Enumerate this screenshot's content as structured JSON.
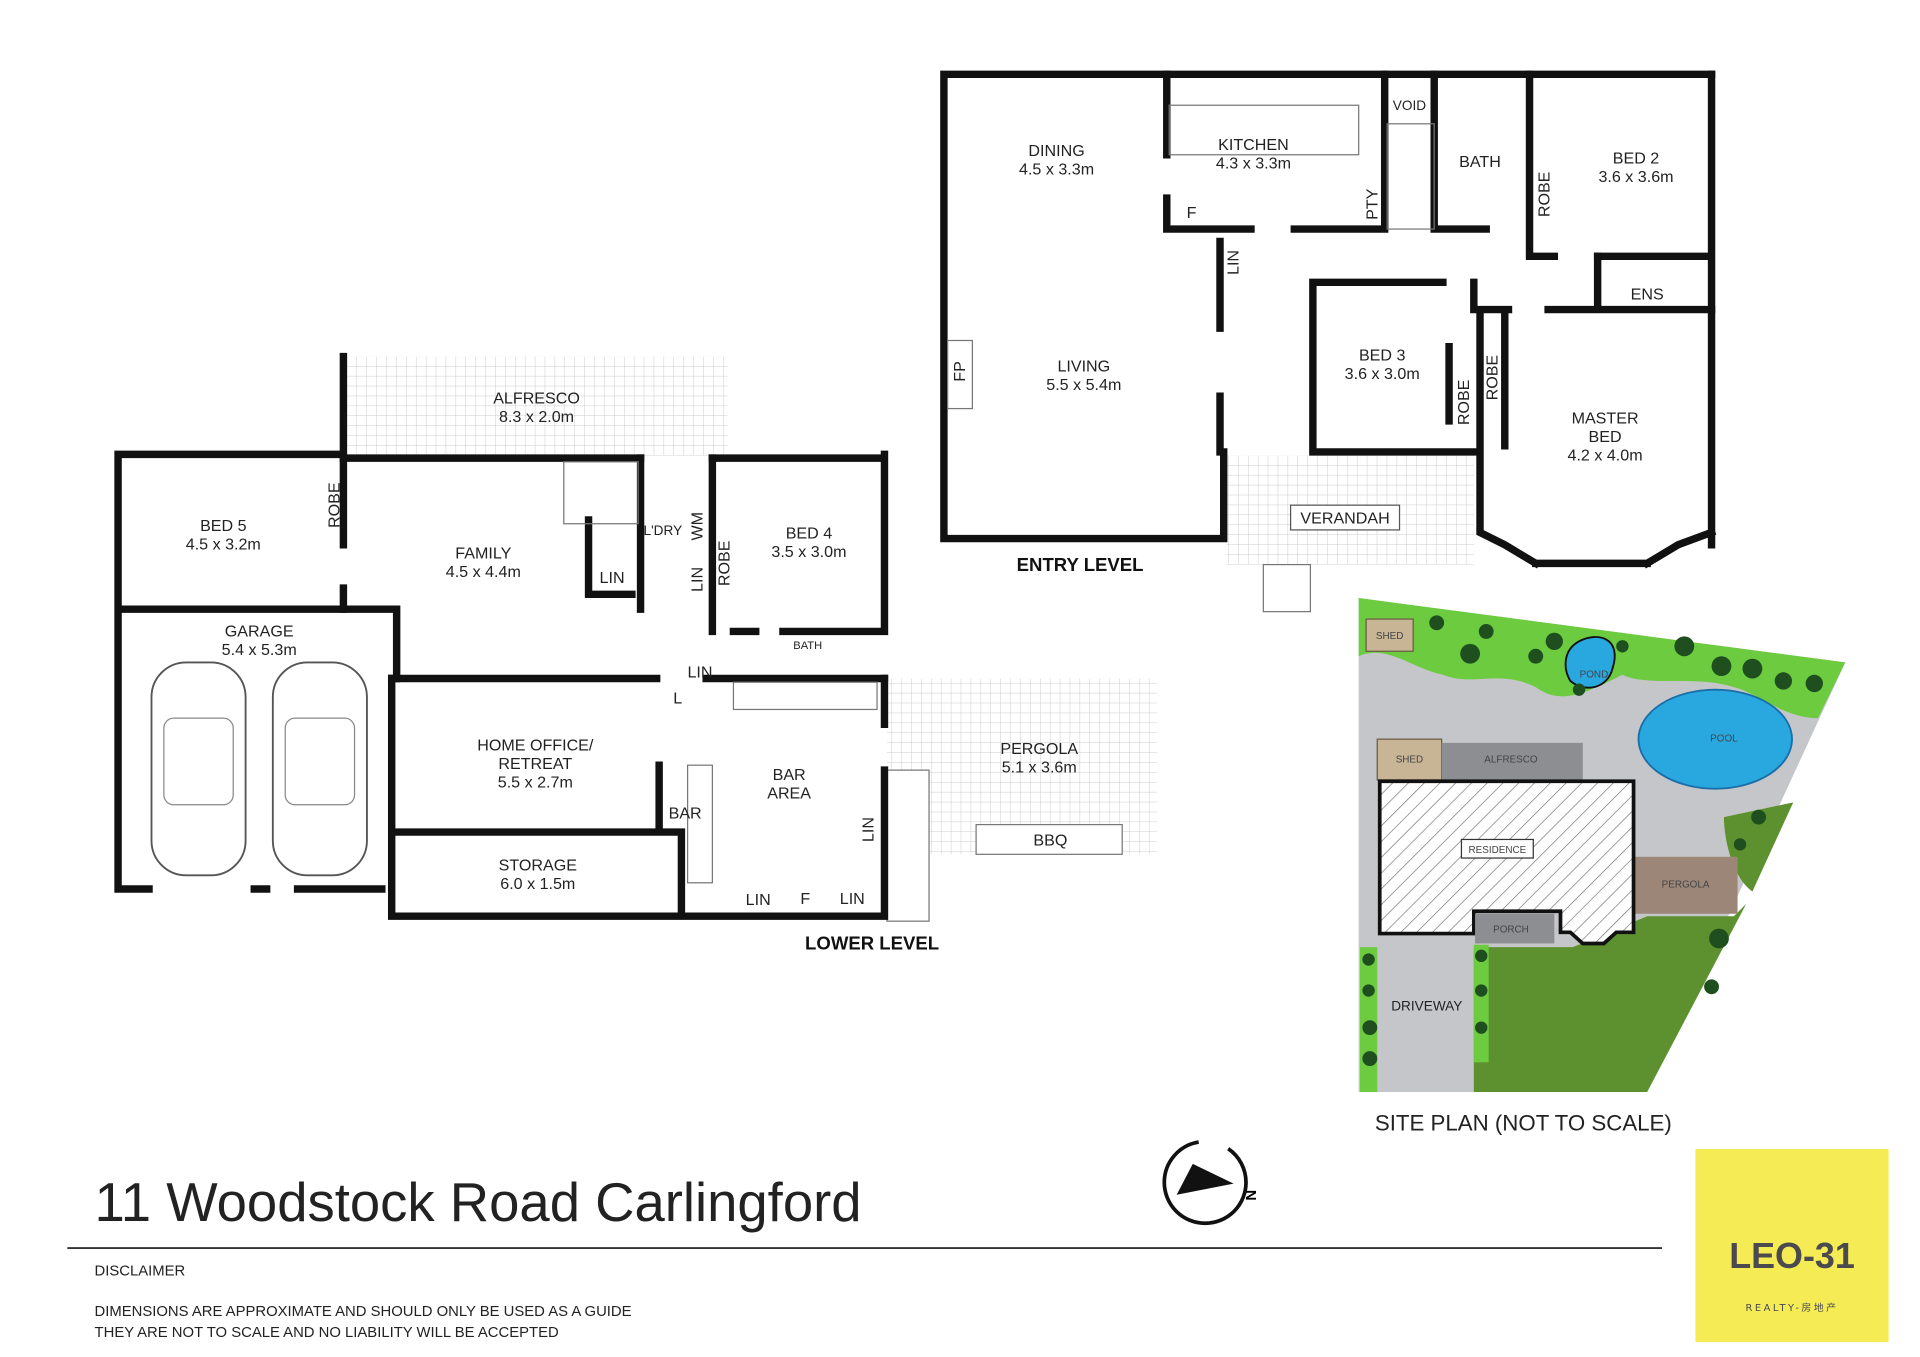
{
  "title": "11 Woodstock Road Carlingford",
  "disclaimer": {
    "heading": "DISCLAIMER",
    "line1": "DIMENSIONS ARE APPROXIMATE AND SHOULD ONLY BE USED AS A GUIDE",
    "line2": "THEY ARE NOT TO SCALE AND NO LIABILITY WILL BE ACCEPTED"
  },
  "logo": {
    "name": "LEO-31",
    "tagline": "REALTY-房地产",
    "color": "#f5ec55",
    "text_color": "#4a4a4f"
  },
  "compass": {
    "label": "N"
  },
  "entry_level": {
    "label": "ENTRY LEVEL",
    "rooms": {
      "dining": {
        "name": "DINING",
        "size": "4.5 x 3.3m"
      },
      "kitchen": {
        "name": "KITCHEN",
        "size": "4.3 x 3.3m"
      },
      "living": {
        "name": "LIVING",
        "size": "5.5 x 5.4m"
      },
      "bed2": {
        "name": "BED 2",
        "size": "3.6 x 3.6m"
      },
      "bed3": {
        "name": "BED 3",
        "size": "3.6 x 3.0m"
      },
      "master": {
        "name1": "MASTER",
        "name2": "BED",
        "size": "4.2 x 4.0m"
      },
      "verandah": "VERANDAH",
      "void": "VOID",
      "bath": "BATH",
      "pty": "PTY",
      "f": "F",
      "lin": "LIN",
      "fp": "FP",
      "ens": "ENS",
      "robe1": "ROBE",
      "robe2": "ROBE",
      "robe3": "ROBE"
    }
  },
  "lower_level": {
    "label": "LOWER LEVEL",
    "rooms": {
      "alfresco": {
        "name": "ALFRESCO",
        "size": "8.3 x 2.0m"
      },
      "bed5": {
        "name": "BED 5",
        "size": "4.5 x 3.2m"
      },
      "family": {
        "name": "FAMILY",
        "size": "4.5 x 4.4m"
      },
      "bed4": {
        "name": "BED 4",
        "size": "3.5 x 3.0m"
      },
      "garage": {
        "name": "GARAGE",
        "size": "5.4 x 5.3m"
      },
      "office": {
        "name1": "HOME OFFICE/",
        "name2": "RETREAT",
        "size": "5.5 x 2.7m"
      },
      "bar_area": {
        "name1": "BAR",
        "name2": "AREA"
      },
      "pergola": {
        "name": "PERGOLA",
        "size": "5.1 x 3.6m"
      },
      "storage": {
        "name": "STORAGE",
        "size": "6.0 x 1.5m"
      },
      "robe5": "ROBE",
      "robe4": "ROBE",
      "ldry": "L'DRY",
      "wm": "WM",
      "lin1": "LIN",
      "lin2": "LIN",
      "lin3": "LIN",
      "lin4": "LIN",
      "lin5": "LIN",
      "lin6": "LIN",
      "bath": "BATH",
      "l": "L",
      "bar": "BAR",
      "bbq": "BBQ",
      "f": "F"
    }
  },
  "site_plan": {
    "label": "SITE PLAN (NOT TO SCALE)",
    "shed1": "SHED",
    "shed2": "SHED",
    "pond": "POND",
    "pool": "POOL",
    "alfresco": "ALFRESCO",
    "residence": "RESIDENCE",
    "pergola": "PERGOLA",
    "porch": "PORCH",
    "driveway": "DRIVEWAY",
    "colors": {
      "paving": "#c5c6c9",
      "garden": "#6ccb3f",
      "lawn": "#5d9130",
      "water": "#29a8e0",
      "shed": "#c8b596",
      "pergola": "#9c8677"
    }
  }
}
